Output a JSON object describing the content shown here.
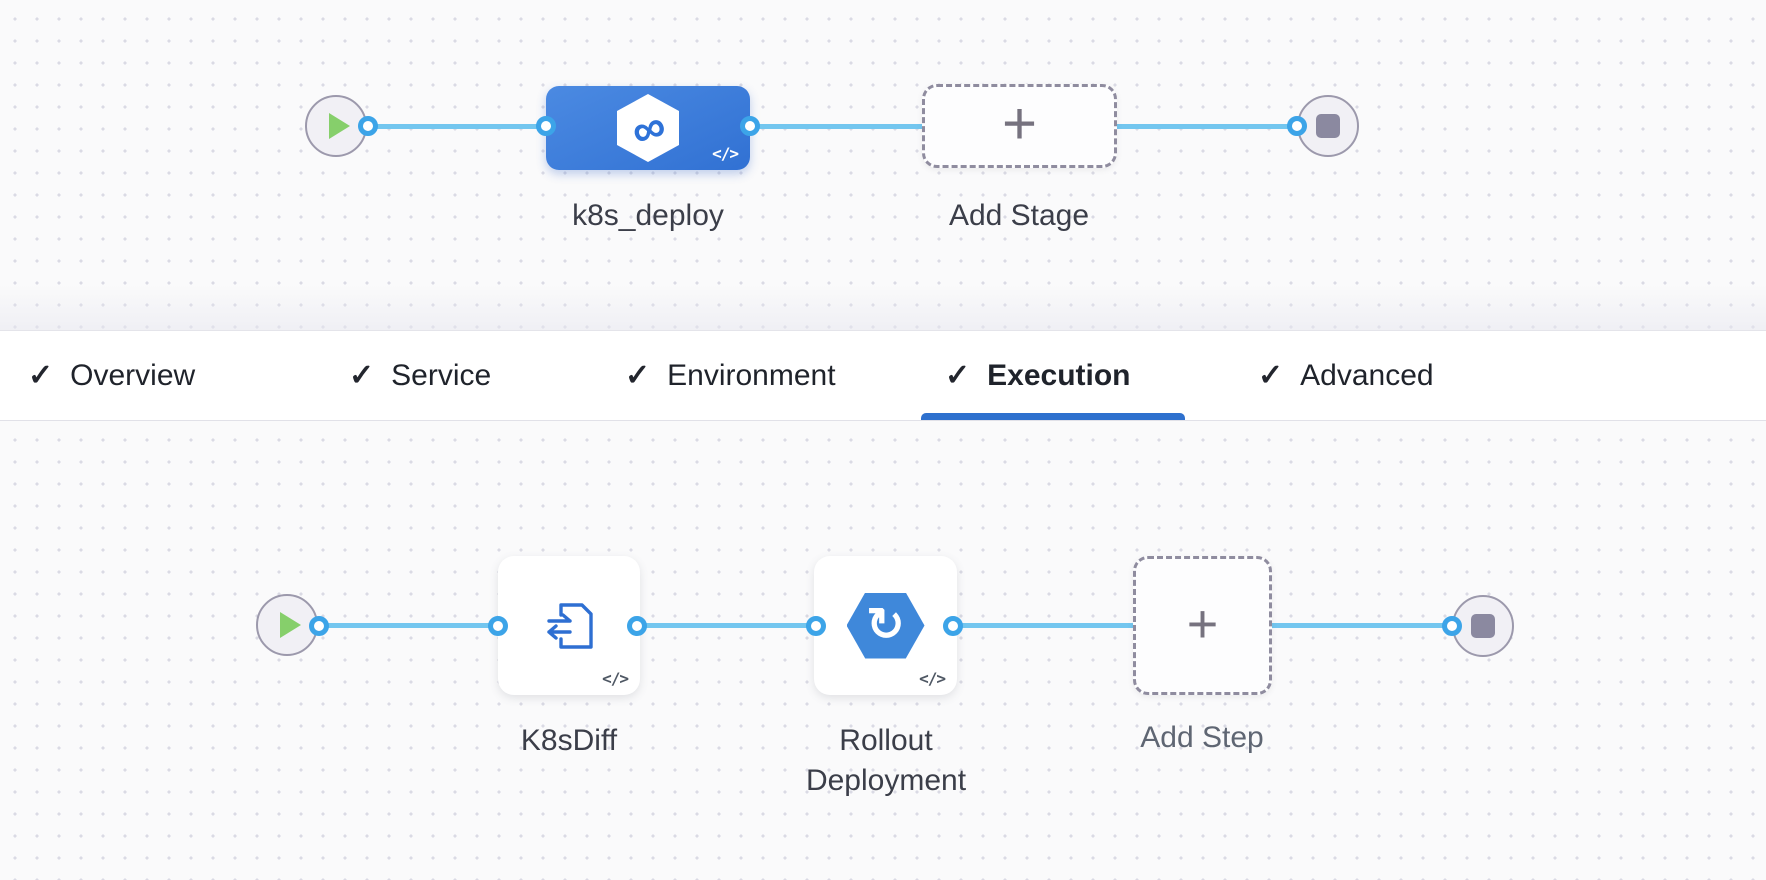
{
  "glyphs": {
    "check": "✓",
    "plus": "+",
    "infinity": "∞",
    "refresh": "↻"
  },
  "top_pipeline": {
    "stage": {
      "label": "k8s_deploy",
      "code_badge": "</>"
    },
    "add_stage": {
      "label": "Add Stage"
    }
  },
  "tabs": {
    "items": [
      {
        "label": "Overview",
        "checked": true,
        "active": false
      },
      {
        "label": "Service",
        "checked": true,
        "active": false
      },
      {
        "label": "Environment",
        "checked": true,
        "active": false
      },
      {
        "label": "Execution",
        "checked": true,
        "active": true
      },
      {
        "label": "Advanced",
        "checked": true,
        "active": false
      }
    ]
  },
  "execution_pipeline": {
    "steps": [
      {
        "label": "K8sDiff",
        "code_badge": "</>"
      },
      {
        "label": "Rollout Deployment",
        "code_badge": "</>"
      }
    ],
    "add_step": {
      "label": "Add Step"
    }
  },
  "colors": {
    "accent_blue": "#2e70ce",
    "node_blue": "#3b7cd9",
    "link_blue": "#73c6ef",
    "port_blue": "#3ca4e8",
    "play_green": "#86cf6b",
    "stop_gray": "#8b89a0",
    "canvas_bg": "#fafafb"
  }
}
